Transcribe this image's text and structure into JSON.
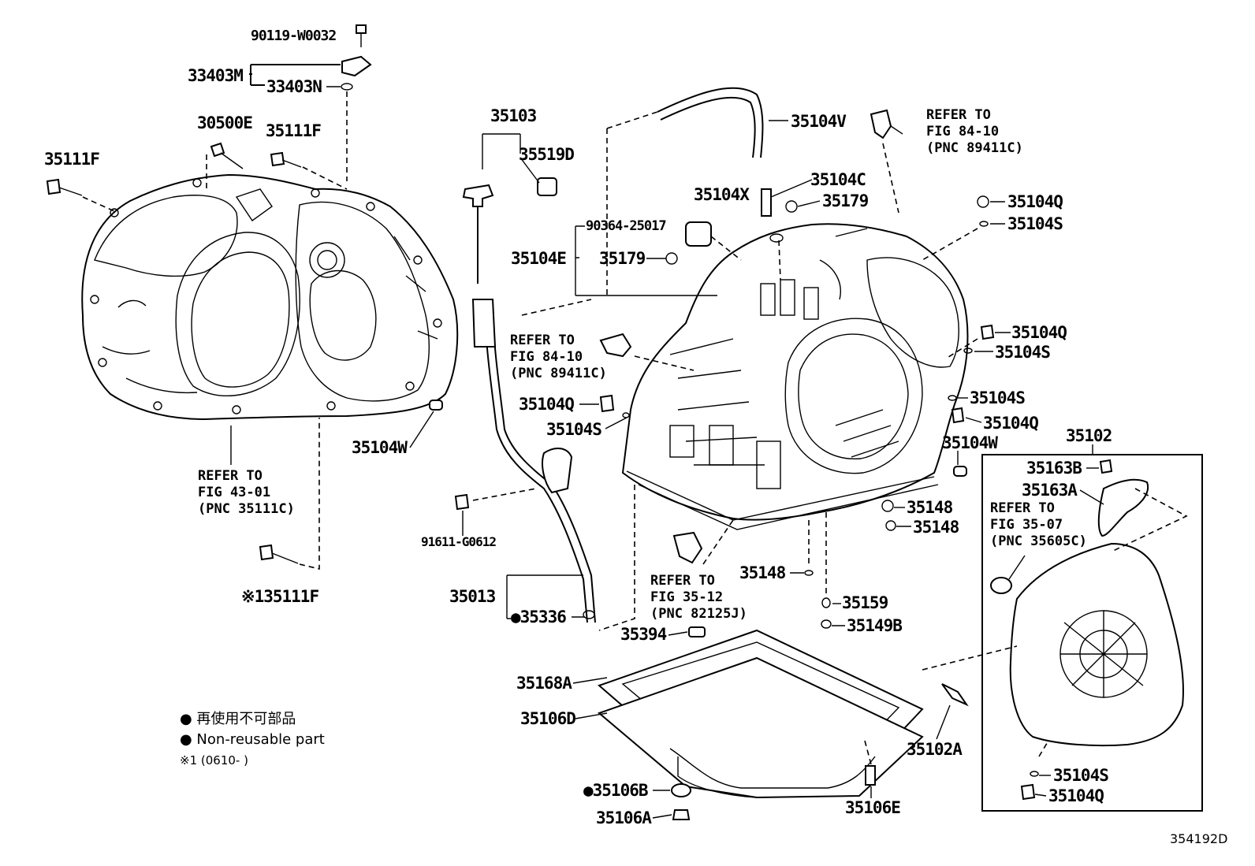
{
  "figure_code": "354192D",
  "legend": {
    "line1": "● 再使用不可部品",
    "line2": "● Non-reusable part",
    "line3": "※1 (0610-      )"
  },
  "part_labels": [
    {
      "id": "p1",
      "text": "90119-W0032"
    },
    {
      "id": "p2",
      "text": "33403M"
    },
    {
      "id": "p3",
      "text": "33403N"
    },
    {
      "id": "p4",
      "text": "30500E"
    },
    {
      "id": "p5",
      "text": "35111F"
    },
    {
      "id": "p6",
      "text": "35111F"
    },
    {
      "id": "p7",
      "text": "35104W"
    },
    {
      "id": "p8",
      "text": "※135111F"
    },
    {
      "id": "p9",
      "text": "35103"
    },
    {
      "id": "p10",
      "text": "35519D"
    },
    {
      "id": "p11",
      "text": "35104E"
    },
    {
      "id": "p12",
      "text": "90364-25017"
    },
    {
      "id": "p13",
      "text": "35179"
    },
    {
      "id": "p14",
      "text": "35104V"
    },
    {
      "id": "p15",
      "text": "35104X"
    },
    {
      "id": "p16",
      "text": "35104C"
    },
    {
      "id": "p17",
      "text": "35179"
    },
    {
      "id": "p18",
      "text": "35104Q"
    },
    {
      "id": "p19",
      "text": "35104S"
    },
    {
      "id": "p20",
      "text": "35104Q"
    },
    {
      "id": "p21",
      "text": "35104S"
    },
    {
      "id": "p22",
      "text": "35104S"
    },
    {
      "id": "p23",
      "text": "35104Q"
    },
    {
      "id": "p24",
      "text": "35104W"
    },
    {
      "id": "p25",
      "text": "35104Q"
    },
    {
      "id": "p26",
      "text": "35104S"
    },
    {
      "id": "p27",
      "text": "91611-G0612"
    },
    {
      "id": "p28",
      "text": "35013"
    },
    {
      "id": "p29",
      "text": "●35336"
    },
    {
      "id": "p30",
      "text": "35148"
    },
    {
      "id": "p31",
      "text": "35148"
    },
    {
      "id": "p32",
      "text": "35148"
    },
    {
      "id": "p33",
      "text": "35159"
    },
    {
      "id": "p34",
      "text": "35149B"
    },
    {
      "id": "p35",
      "text": "35394"
    },
    {
      "id": "p36",
      "text": "35168A"
    },
    {
      "id": "p37",
      "text": "35106D"
    },
    {
      "id": "p38",
      "text": "●35106B"
    },
    {
      "id": "p39",
      "text": "35106A"
    },
    {
      "id": "p40",
      "text": "35106E"
    },
    {
      "id": "p41",
      "text": "35102A"
    },
    {
      "id": "p42",
      "text": "35102"
    },
    {
      "id": "p43",
      "text": "35163B"
    },
    {
      "id": "p44",
      "text": "35163A"
    },
    {
      "id": "p45",
      "text": "35104S"
    },
    {
      "id": "p46",
      "text": "35104Q"
    }
  ],
  "refer_labels": [
    {
      "id": "r1",
      "text": "REFER TO\nFIG 84-10\n(PNC 89411C)"
    },
    {
      "id": "r2",
      "text": "REFER TO\nFIG 84-10\n(PNC 89411C)"
    },
    {
      "id": "r3",
      "text": "REFER TO\nFIG 43-01\n(PNC 35111C)"
    },
    {
      "id": "r4",
      "text": "REFER TO\nFIG 35-12\n(PNC 82125J)"
    },
    {
      "id": "r5",
      "text": "REFER TO\nFIG 35-07\n(PNC 35605C)"
    }
  ]
}
